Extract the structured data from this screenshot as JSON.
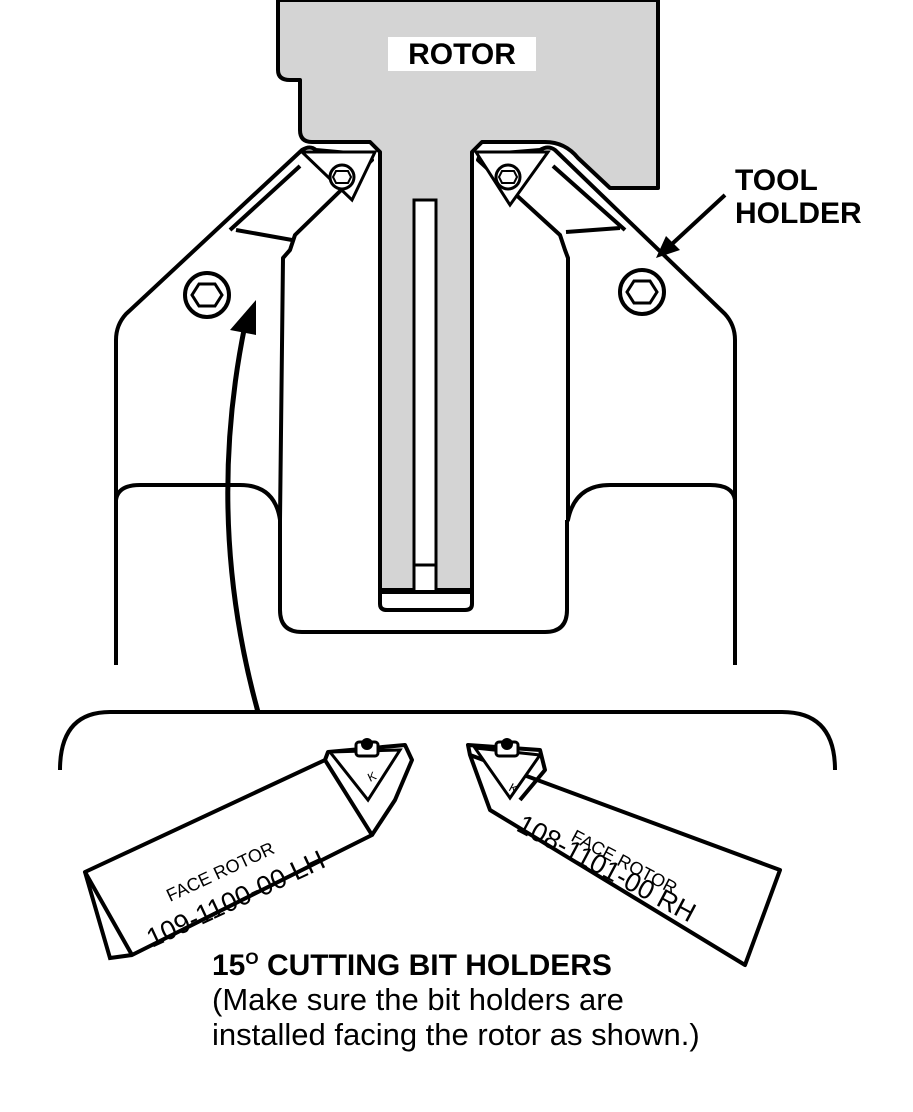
{
  "labels": {
    "rotor": "ROTOR",
    "tool_holder_line1": "TOOL",
    "tool_holder_line2": "HOLDER"
  },
  "bits": {
    "left": {
      "stamp_line1": "FACE ROTOR",
      "stamp_line2": "109-1100-00 LH",
      "insert_mark": "K"
    },
    "right": {
      "stamp_line1": "FACE ROTOR",
      "stamp_line2": "108-1101-00 RH",
      "insert_mark": "K"
    }
  },
  "caption": {
    "title_number": "15",
    "title_degree": "O",
    "title_rest": " CUTTING BIT HOLDERS",
    "line2": "(Make sure the bit holders are",
    "line3": "installed facing the rotor as shown.)"
  }
}
